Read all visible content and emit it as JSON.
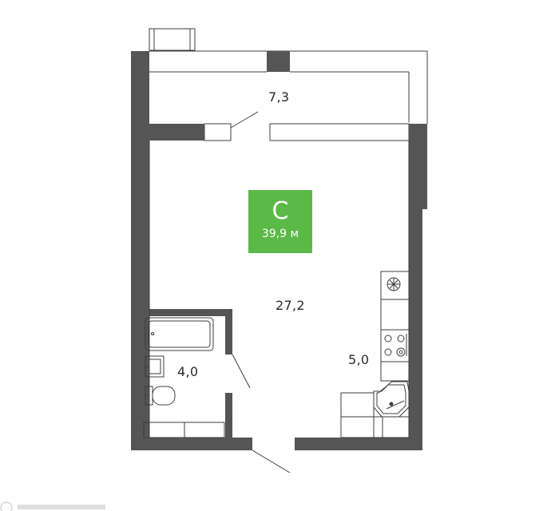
{
  "apartment": {
    "type_letter": "С",
    "total_area": "39,9 м"
  },
  "rooms": {
    "balcony_area": "7,3",
    "main_room_area": "27,2",
    "bathroom_area": "4,0",
    "kitchen_area": "5,0"
  },
  "colors": {
    "wall": "#555555",
    "badge": "#5bb947",
    "line": "#3c3c3c"
  },
  "icons": [
    "bathtub-icon",
    "sink-icon",
    "toilet-icon",
    "stove-icon",
    "kitchen-sink-icon",
    "window-icon",
    "door-icon"
  ]
}
